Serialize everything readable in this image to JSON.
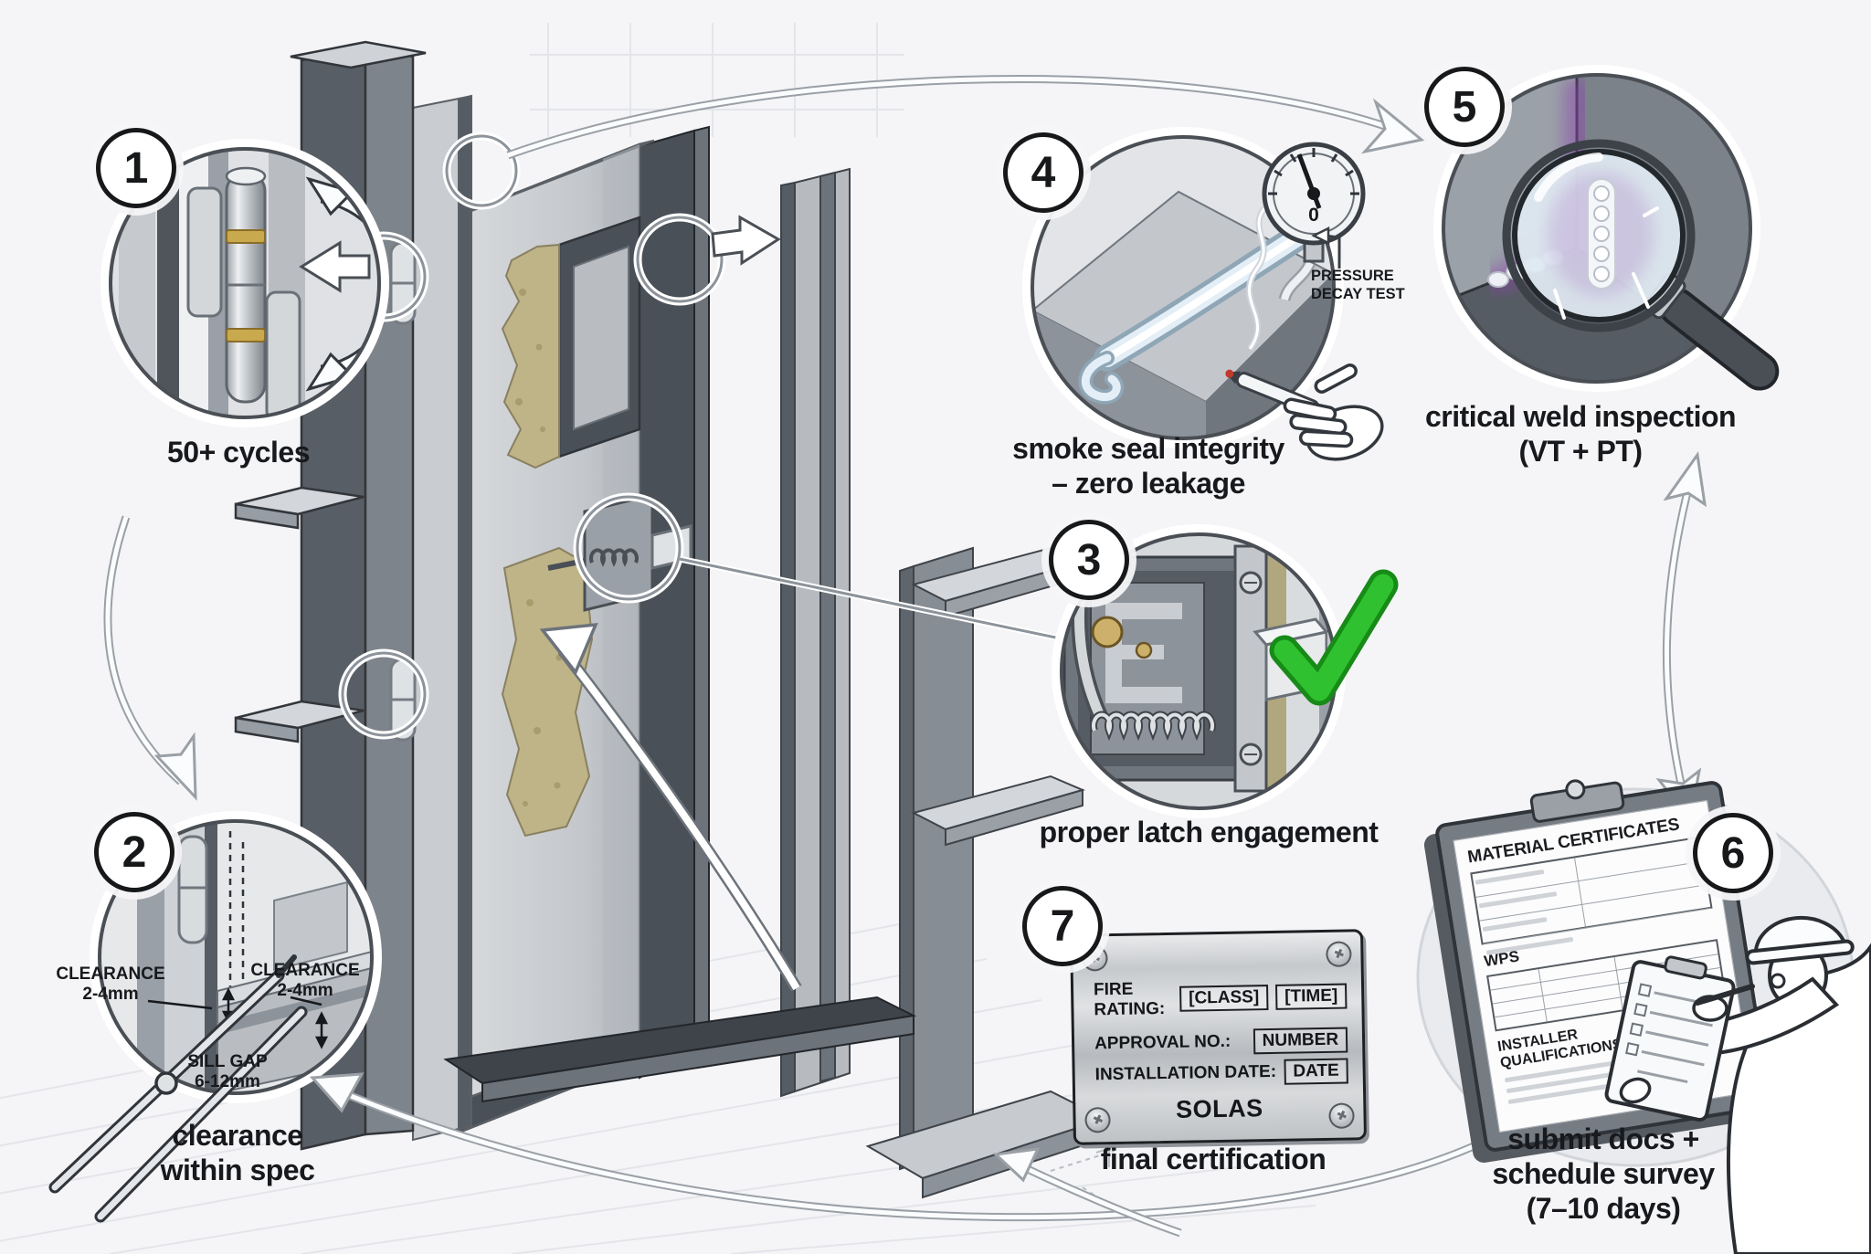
{
  "colors": {
    "background": "#f5f5f7",
    "check_green": "#2fc12f",
    "dye_purple": "#8e44ad",
    "mineral_wool_khaki": "#beb488",
    "steel_dark": "#565c63",
    "steel_light": "#cfd2d6",
    "arrow_gray": "#8d939a"
  },
  "icons": {
    "hinge_icon": "door hinge barrel with brass rings",
    "cycle_arrow_icon": "curved double-headed swing arrow",
    "calipers_icon": "measuring calipers",
    "latch_icon": "spring latch mechanism",
    "check_icon": "green checkmark",
    "smoke_seal_icon": "glowing intumescent smoke seal",
    "smoke_pencil_icon": "smoke test pencil in hand",
    "pressure_gauge_icon": "round pressure gauge",
    "magnifier_icon": "magnifying glass over weld",
    "weld_bead_icon": "weld bead with dye penetrant",
    "clipboard_icon": "document clipboard",
    "hard_hat_icon": "surveyor wearing hard hat",
    "certification_plate_icon": "stainless certification plate with screws"
  },
  "callouts": {
    "c1": {
      "number": "1",
      "caption": "50+ cycles"
    },
    "c2": {
      "number": "2",
      "caption_l1": "clearance",
      "caption_l2": "within spec",
      "clearance_left_l1": "CLEARANCE",
      "clearance_left_l2": "2-4mm",
      "clearance_right_l1": "CLEARANCE",
      "clearance_right_l2": "2-4mm",
      "sill_gap_l1": "SILL GAP",
      "sill_gap_l2": "6-12mm"
    },
    "c3": {
      "number": "3",
      "caption": "proper latch engagement"
    },
    "c4": {
      "number": "4",
      "caption_l1": "smoke seal integrity",
      "caption_l2": "– zero leakage",
      "gauge_label_l1": "PRESSURE",
      "gauge_label_l2": "DECAY TEST",
      "gauge_reading": "0"
    },
    "c5": {
      "number": "5",
      "caption_l1": "critical weld inspection",
      "caption_l2": "(VT + PT)"
    },
    "c6": {
      "number": "6",
      "caption_l1": "submit docs +",
      "caption_l2": "schedule survey",
      "caption_l3": "(7–10 days)",
      "doc_title": "MATERIAL CERTIFICATES",
      "doc_section2": "WPS",
      "doc_section3_l1": "INSTALLER",
      "doc_section3_l2": "QUALIFICATIONS"
    },
    "c7": {
      "number": "7",
      "caption": "final certification",
      "plate": {
        "fire_rating_label": "FIRE RATING:",
        "fire_class": "[CLASS]",
        "fire_time": "[TIME]",
        "approval_label": "APPROVAL NO.:",
        "approval_value": "NUMBER",
        "installation_label": "INSTALLATION DATE:",
        "installation_value": "DATE",
        "standard": "SOLAS"
      }
    }
  }
}
